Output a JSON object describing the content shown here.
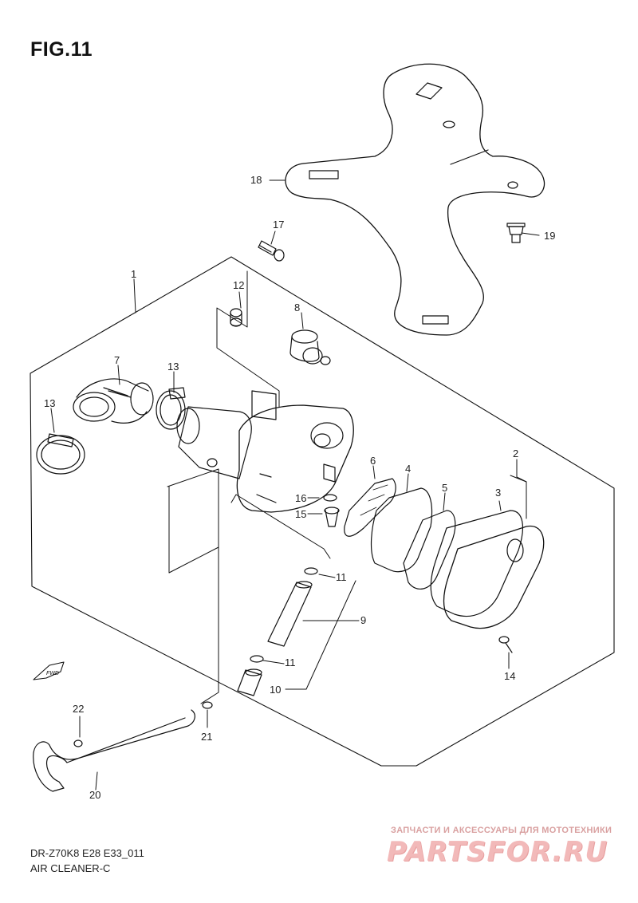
{
  "figure": {
    "title": "FIG.11"
  },
  "callouts": [
    {
      "id": "c1",
      "text": "1"
    },
    {
      "id": "c2",
      "text": "2"
    },
    {
      "id": "c3",
      "text": "3"
    },
    {
      "id": "c4",
      "text": "4"
    },
    {
      "id": "c5",
      "text": "5"
    },
    {
      "id": "c6",
      "text": "6"
    },
    {
      "id": "c7",
      "text": "7"
    },
    {
      "id": "c8",
      "text": "8"
    },
    {
      "id": "c9",
      "text": "9"
    },
    {
      "id": "c10",
      "text": "10"
    },
    {
      "id": "c11a",
      "text": "11"
    },
    {
      "id": "c11b",
      "text": "11"
    },
    {
      "id": "c12",
      "text": "12"
    },
    {
      "id": "c13a",
      "text": "13"
    },
    {
      "id": "c13b",
      "text": "13"
    },
    {
      "id": "c14",
      "text": "14"
    },
    {
      "id": "c15",
      "text": "15"
    },
    {
      "id": "c16",
      "text": "16"
    },
    {
      "id": "c17",
      "text": "17"
    },
    {
      "id": "c18",
      "text": "18"
    },
    {
      "id": "c19",
      "text": "19"
    },
    {
      "id": "c20",
      "text": "20"
    },
    {
      "id": "c21",
      "text": "21"
    },
    {
      "id": "c22",
      "text": "22"
    }
  ],
  "fwd_label": "FWD",
  "footer": {
    "model_code": "DR-Z70K8 E28 E33_011",
    "section": "AIR CLEANER-C"
  },
  "watermark": {
    "tagline": "ЗАПЧАСТИ И АКСЕССУАРЫ ДЛЯ МОТОТЕХНИКИ",
    "brand": "PARTSFOR.RU"
  },
  "colors": {
    "line": "#111111",
    "watermark": "#f2b9b9"
  }
}
